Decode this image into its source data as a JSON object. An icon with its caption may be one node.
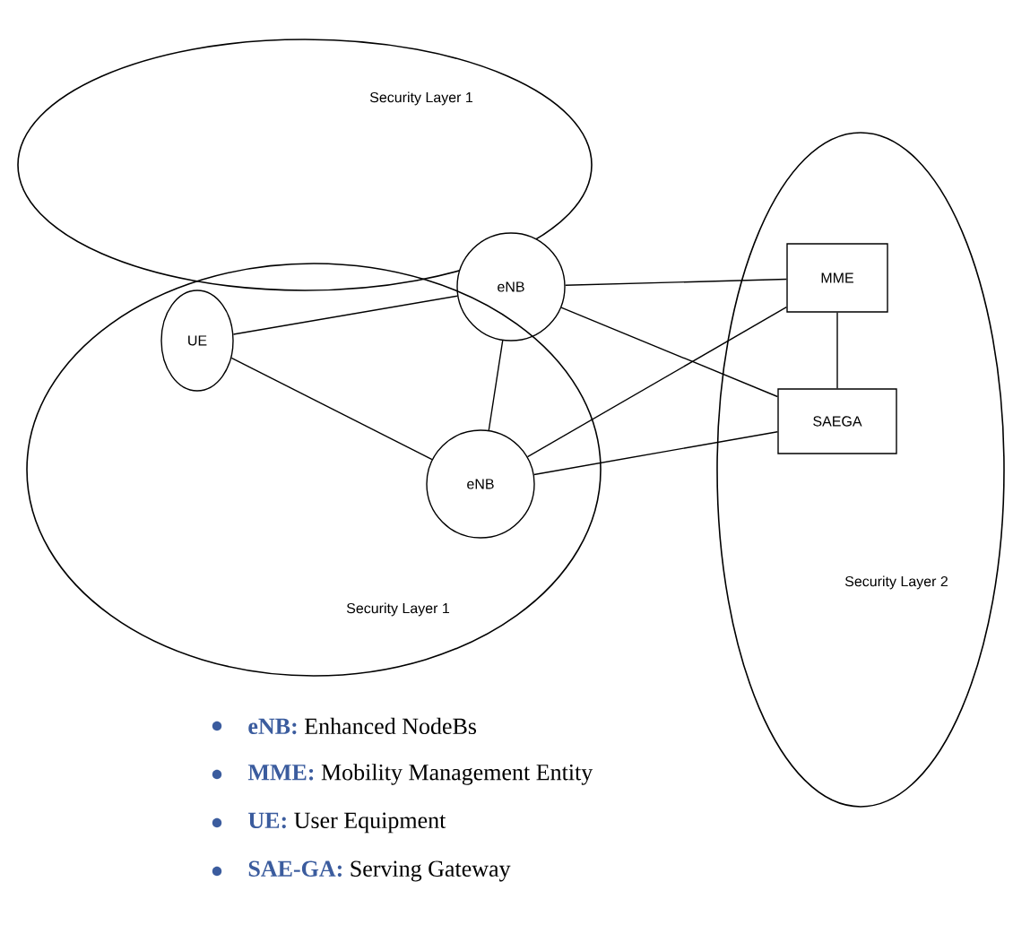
{
  "diagram": {
    "nodes": [
      {
        "text": [
          "Security Layer 1"
        ]
      },
      {
        "text": [
          "eNB"
        ]
      },
      {
        "text": [
          "Security Layer 2"
        ]
      },
      {
        "text": [
          "MME"
        ],
        "in": 2
      },
      {
        "text": [
          "Security Layer 1"
        ]
      },
      {
        "text": [
          "UE"
        ],
        "in": 4
      },
      {
        "text": [
          "SAEGA"
        ],
        "in": 2
      },
      {
        "text": [
          "eNB"
        ],
        "in": 4
      }
    ],
    "edges": [
      {
        "from": 1,
        "to": 3,
        "arrow": "none"
      },
      {
        "from": 1,
        "to": 6,
        "arrow": "none"
      },
      {
        "from": 1,
        "to": 5,
        "arrow": "none"
      },
      {
        "from": 1,
        "to": 7,
        "arrow": "none"
      },
      {
        "from": 3,
        "to": 6,
        "arrow": "none"
      },
      {
        "from": 5,
        "to": 7,
        "arrow": "none"
      },
      {
        "from": 7,
        "to": 3,
        "arrow": "none"
      },
      {
        "from": 7,
        "to": 6,
        "arrow": "none"
      }
    ],
    "labels": [
      "**eNB:** Enhanced NodeBs",
      "**MME:** Mobility Management Entity",
      "**UE:** User Equipment",
      "**SAE-GA:** Serving Gateway"
    ]
  }
}
